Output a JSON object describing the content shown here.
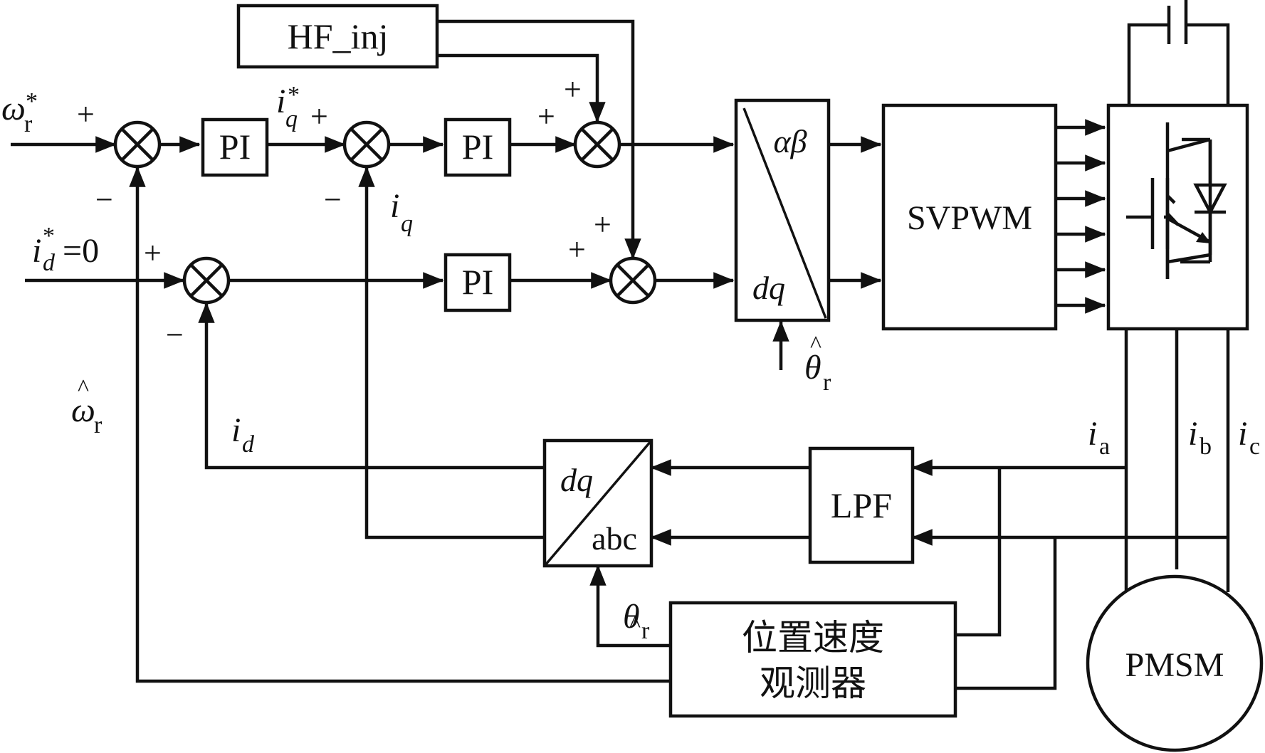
{
  "blocks": {
    "hf_inj": "HF_inj",
    "pi": "PI",
    "svpwm": "SVPWM",
    "lpf": "LPF",
    "pmsm": "PMSM",
    "observer_line1": "位置速度",
    "observer_line2": "观测器",
    "park_top": "αβ",
    "park_bottom": "dq",
    "inv_top": "dq",
    "inv_bottom": "abc"
  },
  "signals": {
    "omega_ref": "ω",
    "omega_ref_sub": "r",
    "omega_ref_sup": "*",
    "iq_ref": "i",
    "iq_ref_sub": "q",
    "iq_ref_sup": "*",
    "id_ref": "i",
    "id_ref_sub": "d",
    "id_ref_sup": "*",
    "id_ref_val": "=0",
    "iq_fb": "i",
    "iq_fb_sub": "q",
    "id_fb": "i",
    "id_fb_sub": "d",
    "omega_hat": "ω",
    "omega_hat_sub": "r",
    "theta_hat": "θ",
    "theta_hat_sub": "r",
    "hat": "^",
    "ia": "i",
    "ia_sub": "a",
    "ib": "i",
    "ib_sub": "b",
    "ic": "i",
    "ic_sub": "c"
  },
  "signs": {
    "plus": "+",
    "minus": "−"
  }
}
